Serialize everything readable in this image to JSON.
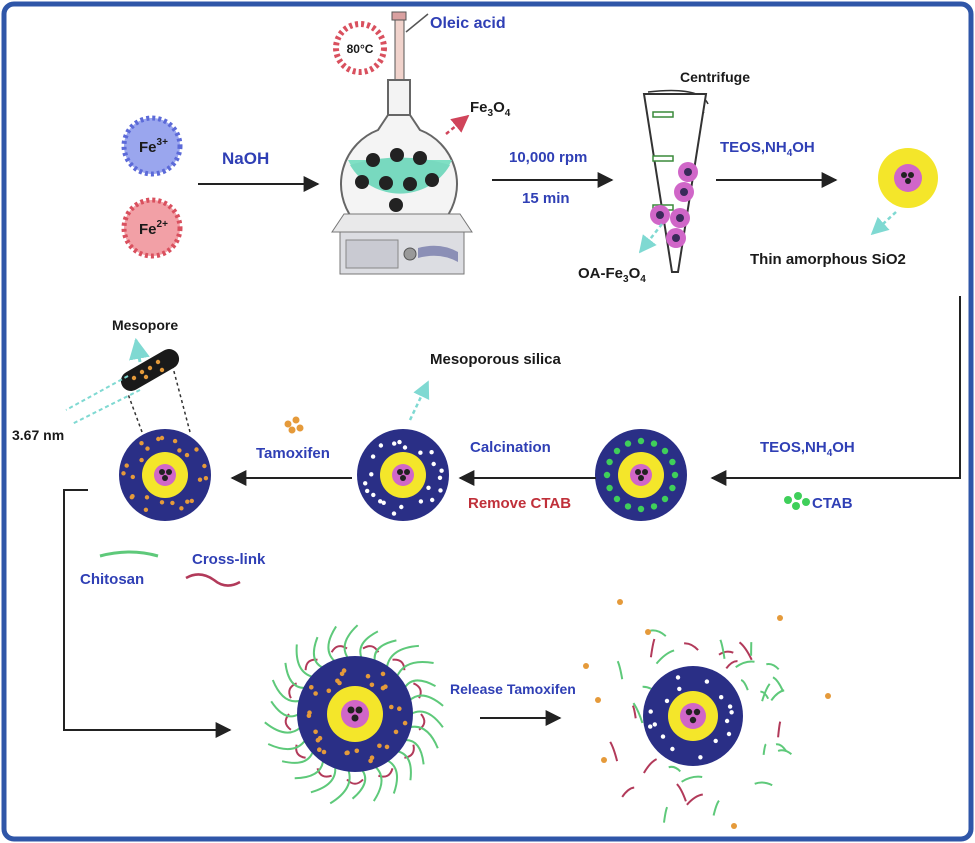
{
  "colors": {
    "border": "#2f56a8",
    "blue_text": "#2f3fb5",
    "red_text": "#c0303a",
    "navy_particle": "#2a2f86",
    "yellow_shell": "#f4e62a",
    "magenta_core": "#cf5bc6",
    "green": "#3fcf5a",
    "orange_drug": "#e59a3a",
    "chitosan": "#5ec97a",
    "crosslink": "#b23a5a",
    "cyan_arrow": "#7fd9d2"
  },
  "labels": {
    "temperature": "80°C",
    "oleic_acid": "Oleic acid",
    "fe3": "Fe",
    "fe3_sup": "3+",
    "fe2": "Fe",
    "fe2_sup": "2+",
    "naoh": "NaOH",
    "fe3o4_main": "Fe",
    "fe3o4_sub3": "3",
    "fe3o4_O": "O",
    "fe3o4_sub4": "4",
    "centrifuge": "Centrifuge",
    "speed": "10,000 rpm",
    "time": "15 min",
    "teos1_a": "TEOS,NH",
    "teos1_sub": "4",
    "teos1_b": "OH",
    "oa_fe_a": "OA-Fe",
    "oa_fe_sub3": "3",
    "oa_fe_O": "O",
    "oa_fe_sub4": "4",
    "thin_silica": "Thin amorphous SiO2",
    "mesopore": "Mesopore",
    "mesoporous_silica": "Mesoporous silica",
    "pore_size": "3.67 nm",
    "tamoxifen": "Tamoxifen",
    "calcination": "Calcination",
    "remove_ctab": "Remove CTAB",
    "teos2_a": "TEOS,NH",
    "teos2_sub": "4",
    "teos2_b": "OH",
    "ctab": "CTAB",
    "chitosan": "Chitosan",
    "crosslink": "Cross-link",
    "release": "Release Tamoxifen"
  }
}
